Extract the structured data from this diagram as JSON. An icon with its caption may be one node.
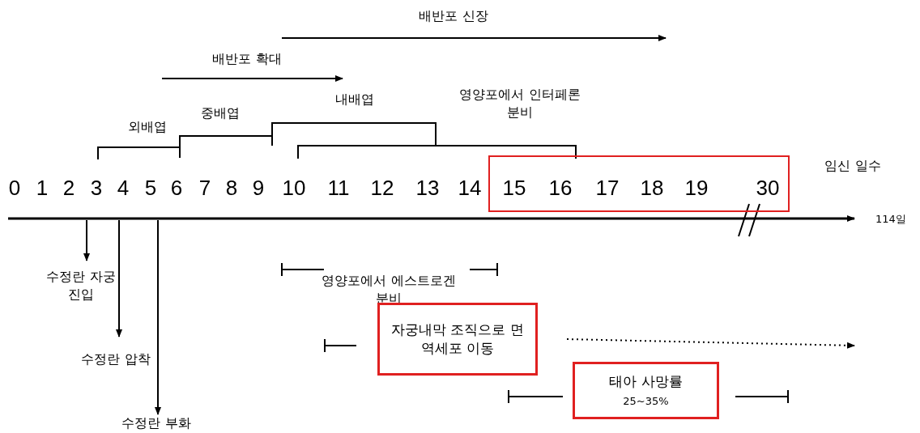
{
  "diagram": {
    "nodes": [
      {
        "text": [
          "15",
          "16",
          "17",
          "18",
          "19",
          "30"
        ]
      },
      {
        "text": [
          "수정란 자궁진입"
        ]
      },
      {
        "text": [
          "수정란 압착"
        ]
      },
      {
        "text": [
          "수정란 부화"
        ]
      },
      {
        "text": [
          "자궁내막 조직으로 면역세포 이동"
        ]
      },
      {
        "text": [
          "태아 사망률",
          "25~35%"
        ]
      }
    ],
    "edges": [
      {
        "from": null,
        "to": 1,
        "arrow": "to"
      },
      {
        "from": null,
        "to": 2,
        "arrow": "to"
      },
      {
        "from": null,
        "to": 3,
        "arrow": "to"
      },
      {
        "from": 4,
        "to": null,
        "arrow": "to",
        "style": "dashed"
      }
    ],
    "labels": [
      "배반포 신장",
      "배반포 확대",
      "내배엽",
      "영양포에서 인터페론 분비",
      "중배엽",
      "외배엽",
      "임신 일수",
      "0",
      "1",
      "2",
      "3",
      "4",
      "5",
      "6",
      "7",
      "8",
      "9",
      "10",
      "11",
      "12",
      "13",
      "14",
      "114일",
      "영양포에서 에스트로겐 분비"
    ]
  }
}
